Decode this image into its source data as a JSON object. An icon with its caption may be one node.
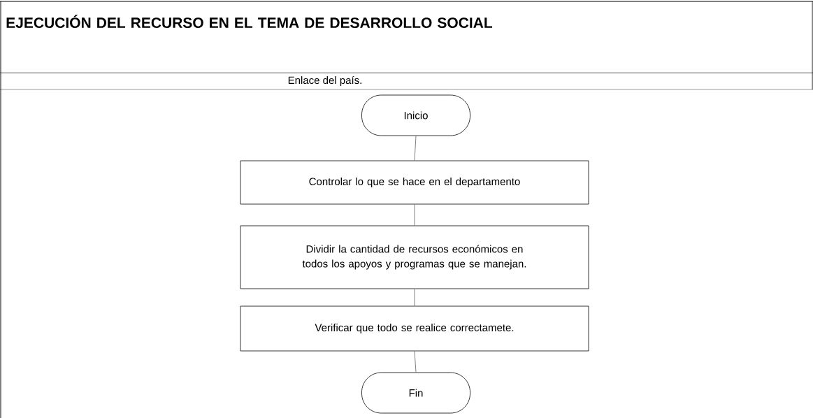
{
  "diagram": {
    "title": "EJECUCIÓN DEL RECURSO EN EL TEMA DE DESARROLLO SOCIAL",
    "nodes": [
      {
        "text": [
          "Inicio"
        ]
      },
      {
        "text": [
          "Controlar lo que se hace en el departamento"
        ]
      },
      {
        "text": [
          "Dividir la cantidad de recursos económicos en todos los apoyos y programas que se manejan."
        ]
      },
      {
        "text": [
          "Verificar que todo se realice correctamete."
        ]
      },
      {
        "text": [
          "Fin"
        ]
      }
    ],
    "edges": [
      {
        "from": 0,
        "to": 1,
        "arrow": "none"
      },
      {
        "from": 1,
        "to": 2,
        "arrow": "none"
      },
      {
        "from": 2,
        "to": 3,
        "arrow": "none"
      },
      {
        "from": 3,
        "to": 4,
        "arrow": "none"
      }
    ],
    "labels": [
      "Enlace del país."
    ]
  }
}
